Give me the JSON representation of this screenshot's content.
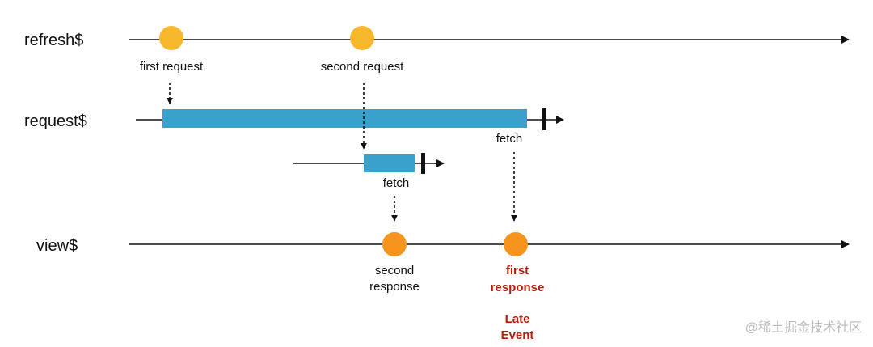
{
  "colors": {
    "line": "#111111",
    "refresh_event": "#f7b82d",
    "view_event": "#f7941d",
    "fetch_bar": "#3aa1cd",
    "late": "#b81e0c",
    "watermark": "#b8b8b8"
  },
  "rows": {
    "refresh": "refresh$",
    "request": "request$",
    "view": "view$"
  },
  "refresh_events": {
    "first": "first request",
    "second": "second request"
  },
  "fetches": {
    "first": "fetch",
    "second": "fetch"
  },
  "view_events": {
    "second_line1": "second",
    "second_line2": "response",
    "first_line1": "first",
    "first_line2": "response"
  },
  "late_event": {
    "line1": "Late",
    "line2": "Event"
  },
  "watermark": "@稀土掘金技术社区"
}
